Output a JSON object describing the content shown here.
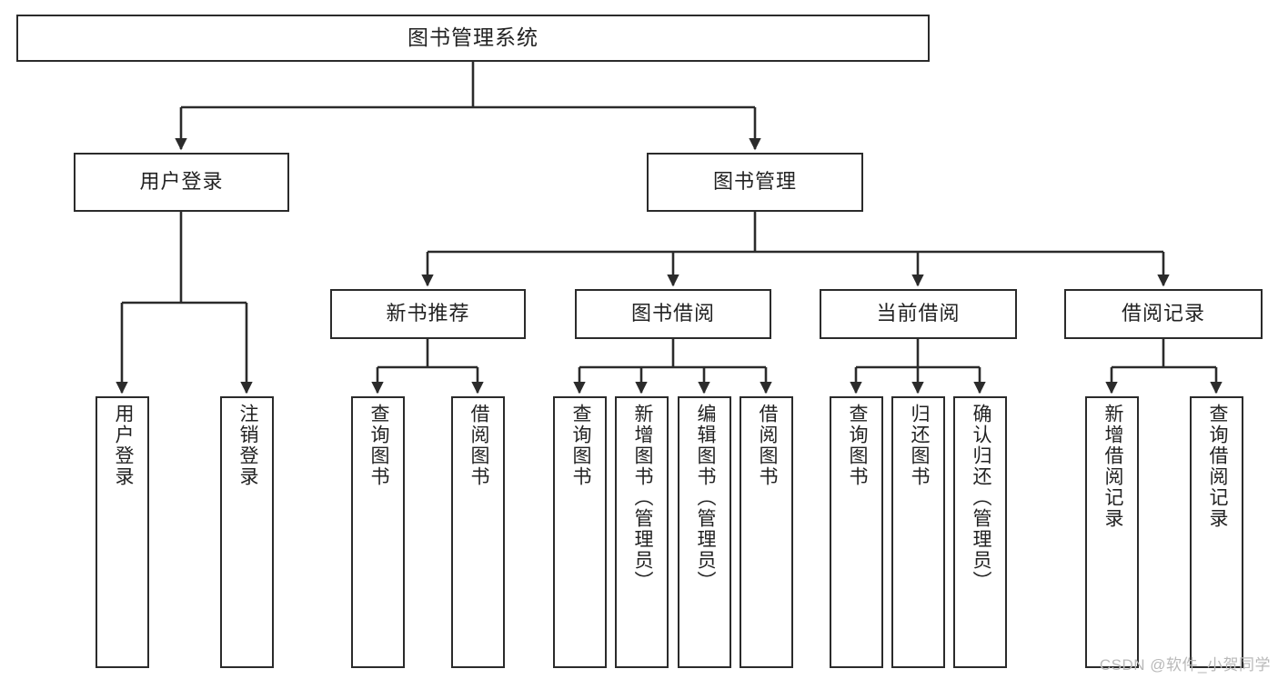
{
  "diagram": {
    "title": "图书管理系统",
    "type": "功能结构图",
    "line_color": "#2b2b2b",
    "box_fill": "#ffffff",
    "text_color": "#222222"
  },
  "root": {
    "label": "图书管理系统"
  },
  "level2": [
    {
      "label": "用户登录"
    },
    {
      "label": "图书管理"
    }
  ],
  "level3": [
    {
      "label": "新书推荐"
    },
    {
      "label": "图书借阅"
    },
    {
      "label": "当前借阅"
    },
    {
      "label": "借阅记录"
    }
  ],
  "leaves": {
    "user_login": [
      {
        "label": "用户登录"
      },
      {
        "label": "注销登录"
      }
    ],
    "new_book_recommend": [
      {
        "label": "查询图书"
      },
      {
        "label": "借阅图书"
      }
    ],
    "book_borrow": [
      {
        "label": "查询图书"
      },
      {
        "label": "新增图书（管理员）"
      },
      {
        "label": "编辑图书（管理员）"
      },
      {
        "label": "借阅图书"
      }
    ],
    "current_borrow": [
      {
        "label": "查询图书"
      },
      {
        "label": "归还图书"
      },
      {
        "label": "确认归还（管理员）"
      }
    ],
    "borrow_record": [
      {
        "label": "新增借阅记录"
      },
      {
        "label": "查询借阅记录"
      }
    ]
  },
  "watermark": {
    "text": "CSDN @软件_小贺同学"
  }
}
